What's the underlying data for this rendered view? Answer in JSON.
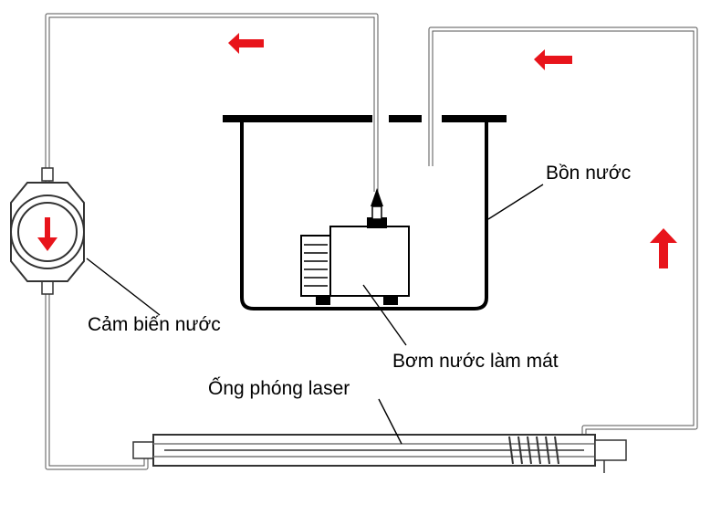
{
  "labels": {
    "tank": "Bồn nước",
    "sensor": "Cảm biến nước",
    "pump": "Bơm nước làm mát",
    "tube": "Ống phóng laser"
  },
  "icons": {
    "flow_arrow": "red-arrow",
    "sensor_arrow": "red-down-arrow"
  },
  "colors": {
    "arrow": "#e8141b",
    "line": "#000000",
    "pipe": "#555555"
  }
}
